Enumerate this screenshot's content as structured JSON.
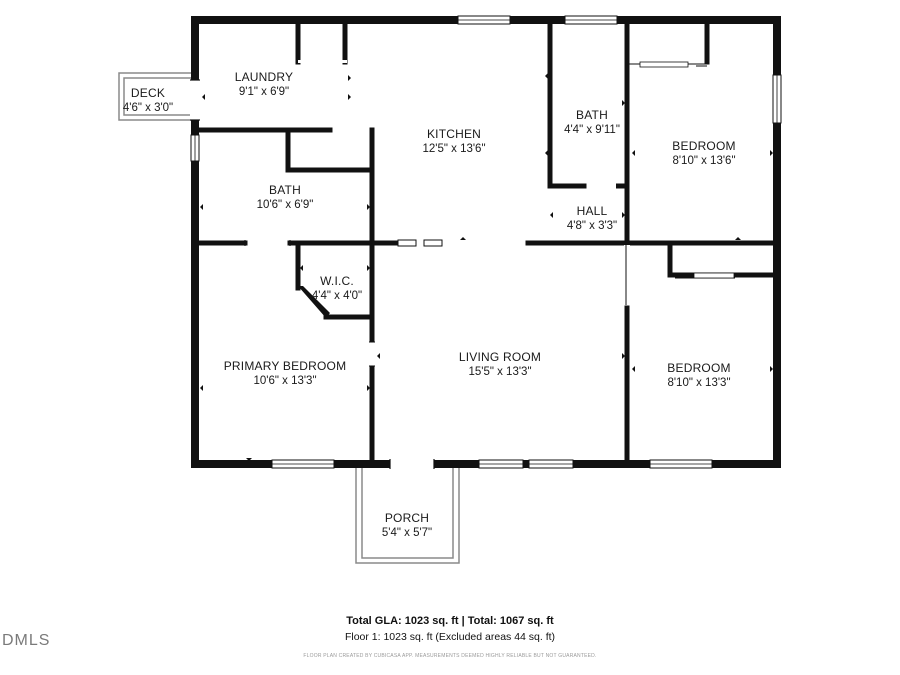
{
  "rooms": {
    "deck": {
      "name": "DECK",
      "dims": "4'6\" x 3'0\""
    },
    "laundry": {
      "name": "LAUNDRY",
      "dims": "9'1\" x 6'9\""
    },
    "kitchen": {
      "name": "KITCHEN",
      "dims": "12'5\" x 13'6\""
    },
    "bath_upper": {
      "name": "BATH",
      "dims": "4'4\" x 9'11\""
    },
    "bedroom_ne": {
      "name": "BEDROOM",
      "dims": "8'10\" x 13'6\""
    },
    "bath_main": {
      "name": "BATH",
      "dims": "10'6\" x 6'9\""
    },
    "hall": {
      "name": "HALL",
      "dims": "4'8\" x 3'3\""
    },
    "wic": {
      "name": "W.I.C.",
      "dims": "4'4\" x 4'0\""
    },
    "primary_bedroom": {
      "name": "PRIMARY BEDROOM",
      "dims": "10'6\" x 13'3\""
    },
    "living_room": {
      "name": "LIVING ROOM",
      "dims": "15'5\" x 13'3\""
    },
    "bedroom_se": {
      "name": "BEDROOM",
      "dims": "8'10\" x 13'3\""
    },
    "porch": {
      "name": "PORCH",
      "dims": "5'4\" x 5'7\""
    }
  },
  "footer": {
    "totals": "Total GLA: 1023 sq. ft | Total: 1067 sq. ft",
    "floor": "Floor 1: 1023 sq. ft (Excluded areas 44 sq. ft)",
    "disclaimer": "FLOOR PLAN CREATED BY CUBICASA APP. MEASUREMENTS DEEMED HIGHLY RELIABLE BUT NOT GUARANTEED."
  },
  "watermark": "DMLS",
  "colors": {
    "wall": "#111111",
    "window": "#ffffff",
    "outdoor": "#8a8a8a"
  }
}
